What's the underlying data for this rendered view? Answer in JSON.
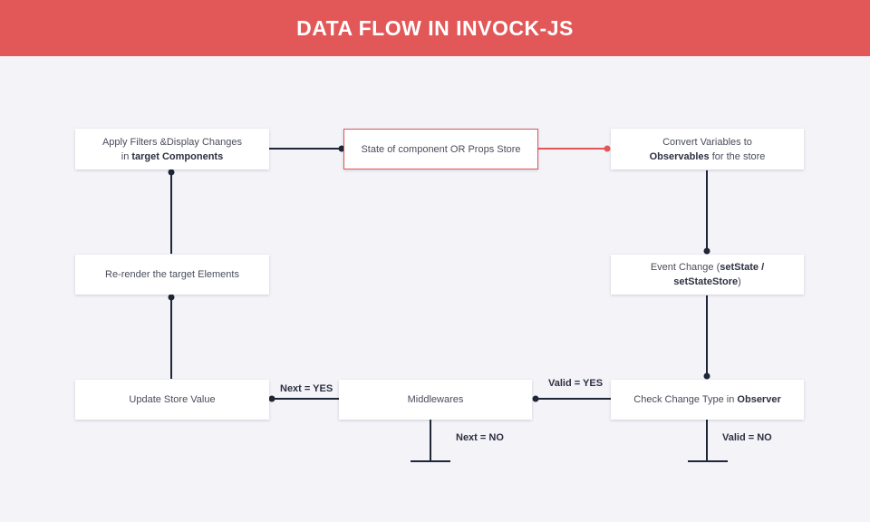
{
  "header": {
    "title": "DATA FLOW IN INVOCK-JS"
  },
  "nodes": {
    "apply_filters": {
      "line1": "Apply Filters &Display Changes",
      "pre": "in",
      "bold": "target Components"
    },
    "state_store": {
      "text": "State of component OR Props Store"
    },
    "convert_vars": {
      "line1": "Convert Variables to",
      "bold": "Observables",
      "post": "for the store"
    },
    "rerender": {
      "text": "Re-render the target Elements"
    },
    "event_change": {
      "pre": "Event Change (",
      "bold": "setState / setStateStore",
      "post": ")"
    },
    "update_store": {
      "text": "Update Store Value"
    },
    "middlewares": {
      "text": "Middlewares"
    },
    "check_change": {
      "pre": "Check Change Type in",
      "bold": "Observer"
    }
  },
  "edge_labels": {
    "next_yes": "Next = YES",
    "valid_yes": "Valid = YES",
    "next_no": "Next = NO",
    "valid_no": "Valid = NO"
  },
  "colors": {
    "header": "#e25757",
    "accent": "#e25757",
    "wire": "#1f2638",
    "background": "#f3f3f8"
  }
}
